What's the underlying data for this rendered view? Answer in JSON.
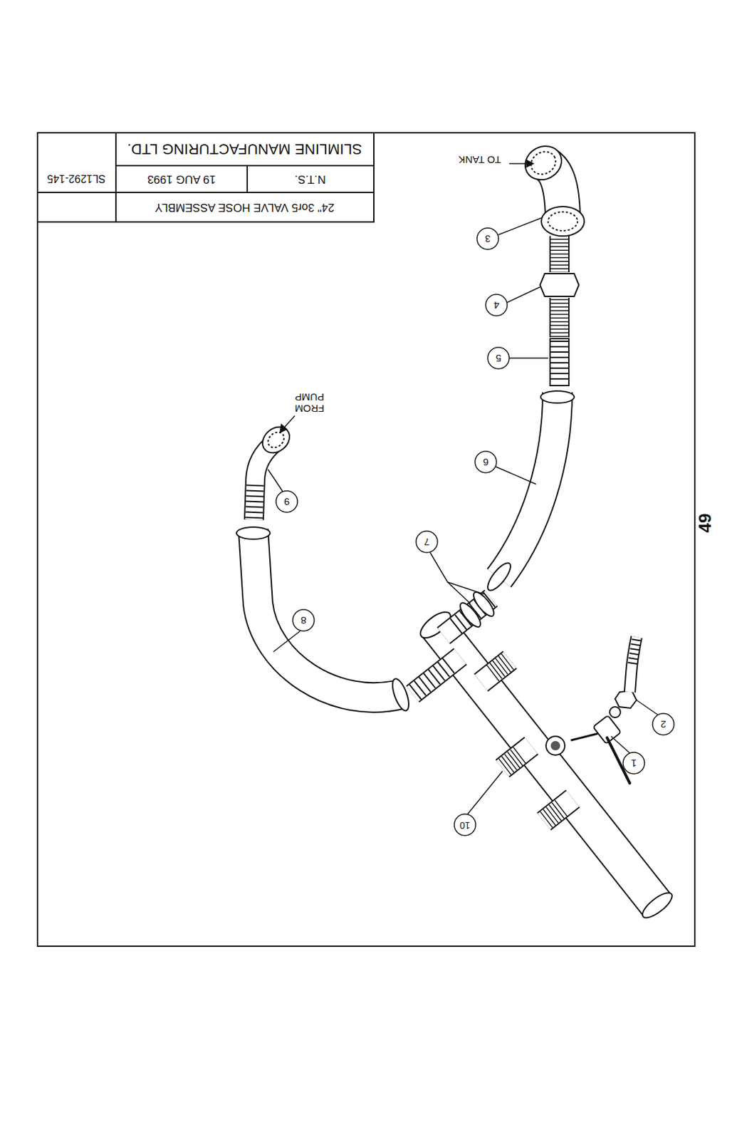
{
  "diagram": {
    "title": "24\" 3or5 VALVE HOSE ASSEMBLY",
    "labels": [
      "SLIMLINE MANUFACTURING LTD.",
      "N.T.S.",
      "19 AUG 1993",
      "SL1292-145",
      "TO TANK",
      "FROM PUMP",
      "3",
      "4",
      "5",
      "6",
      "7",
      "8",
      "9",
      "10",
      "1",
      "2",
      "49"
    ]
  }
}
